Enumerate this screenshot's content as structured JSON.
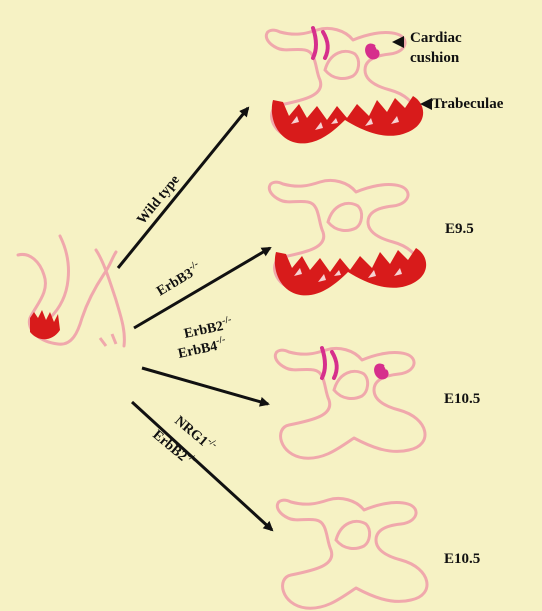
{
  "colors": {
    "background": "#f6f2c4",
    "outline": "#f0a8ac",
    "trabeculae": "#d81b1b",
    "cushion": "#d62f8c",
    "arrow": "#111111"
  },
  "annotations": {
    "cardiac_cushion": "Cardiac cushion",
    "cardiac_cushion_line1": "Cardiac",
    "cardiac_cushion_line2": "cushion",
    "trabeculae": "Trabeculae"
  },
  "rows": [
    {
      "id": "wild-type",
      "genotype": "Wild type",
      "stage": "",
      "trabeculae": true,
      "cushion": true
    },
    {
      "id": "erbb3",
      "genotype": "ErbB3",
      "superscript": "-/-",
      "stage": "E9.5",
      "trabeculae": true,
      "cushion": false
    },
    {
      "id": "erbb2-erbb4",
      "genotype_line1": "ErbB2",
      "superscript1": "-/-",
      "genotype_line2": "ErbB4",
      "superscript2": "-/-",
      "stage": "E10.5",
      "trabeculae": false,
      "cushion": true
    },
    {
      "id": "nrg1-erbb2",
      "genotype_line1": "NRG1",
      "superscript1": "-/-",
      "genotype_line2": "ErbB2",
      "superscript2": "-/-",
      "stage": "E10.5",
      "trabeculae": false,
      "cushion": false
    }
  ]
}
